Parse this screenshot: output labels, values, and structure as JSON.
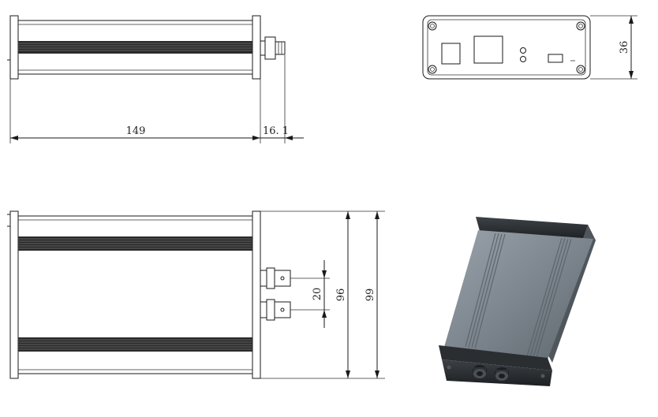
{
  "dimensions": {
    "length": "149",
    "connector": "16. 1",
    "height": "36",
    "spacing": "20",
    "inner_width": "96",
    "outer_width": "99"
  }
}
